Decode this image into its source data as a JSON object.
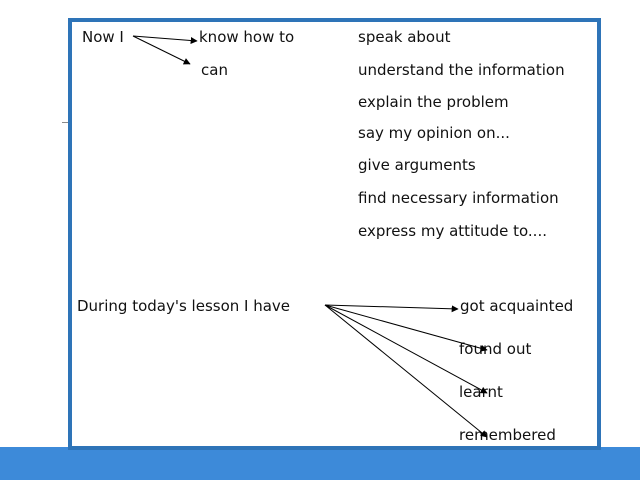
{
  "diagram": {
    "top_section": {
      "source": "Now I",
      "modals": [
        "know how to",
        "can"
      ],
      "skills": [
        "speak about",
        "understand the information",
        "explain the problem",
        "say my opinion on...",
        "give arguments",
        "find necessary information",
        "express my attitude to...."
      ]
    },
    "bottom_section": {
      "source": "During today's lesson I have",
      "outcomes": [
        "got acquainted",
        "found out",
        "learnt",
        "remembered"
      ]
    }
  },
  "colors": {
    "frame_border": "#2e74b8",
    "bottom_bar": "#3d8ad9",
    "text": "#111111",
    "arrow": "#000000"
  }
}
